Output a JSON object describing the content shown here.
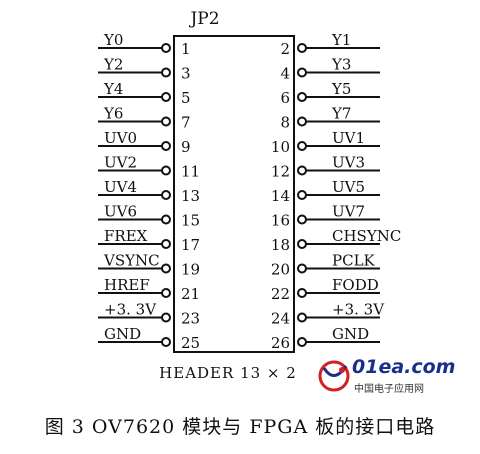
{
  "header_title": "JP2",
  "footer_label": "HEADER 13 × 2",
  "caption": "图 3  OV7620 模块与 FPGA 板的接口电路",
  "logo": {
    "text": "01ea.com",
    "subtitle": "中国电子应用网",
    "brand_color": "#1a2f8a",
    "accent_color": "#d42020"
  },
  "pins_left": [
    {
      "num": "1",
      "signal": "Y0"
    },
    {
      "num": "3",
      "signal": "Y2"
    },
    {
      "num": "5",
      "signal": "Y4"
    },
    {
      "num": "7",
      "signal": "Y6"
    },
    {
      "num": "9",
      "signal": "UV0"
    },
    {
      "num": "11",
      "signal": "UV2"
    },
    {
      "num": "13",
      "signal": "UV4"
    },
    {
      "num": "15",
      "signal": "UV6"
    },
    {
      "num": "17",
      "signal": "FREX"
    },
    {
      "num": "19",
      "signal": "VSYNC"
    },
    {
      "num": "21",
      "signal": "HREF"
    },
    {
      "num": "23",
      "signal": "+3. 3V"
    },
    {
      "num": "25",
      "signal": "GND"
    }
  ],
  "pins_right": [
    {
      "num": "2",
      "signal": "Y1"
    },
    {
      "num": "4",
      "signal": "Y3"
    },
    {
      "num": "6",
      "signal": "Y5"
    },
    {
      "num": "8",
      "signal": "Y7"
    },
    {
      "num": "10",
      "signal": "UV1"
    },
    {
      "num": "12",
      "signal": "UV3"
    },
    {
      "num": "14",
      "signal": "UV5"
    },
    {
      "num": "16",
      "signal": "UV7"
    },
    {
      "num": "18",
      "signal": "CHSYNC"
    },
    {
      "num": "20",
      "signal": "PCLK"
    },
    {
      "num": "22",
      "signal": "FODD"
    },
    {
      "num": "24",
      "signal": "+3. 3V"
    },
    {
      "num": "26",
      "signal": "GND"
    }
  ]
}
